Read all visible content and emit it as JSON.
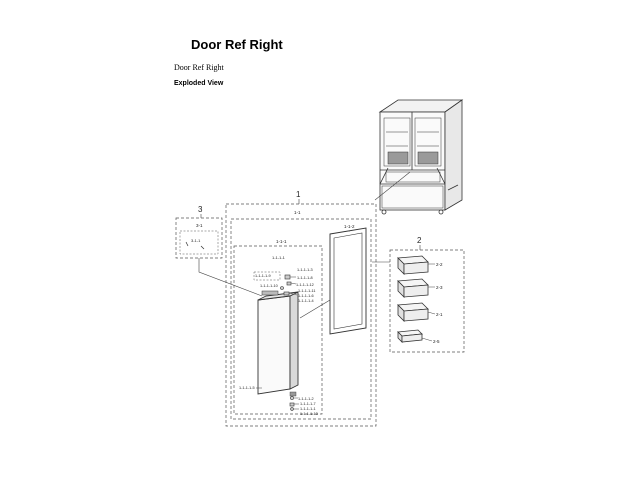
{
  "page": {
    "title": "Door Ref Right",
    "subtitle": "Door Ref Right",
    "view_label": "Exploded View"
  },
  "callouts": {
    "group_1": "1",
    "group_1_1": "1-1",
    "group_1_1_1": "1-1-1",
    "group_1_1_1_1": "1-1-1-1",
    "gasket_1_1_2": "1-1-2",
    "group_2": "2",
    "group_3": "3",
    "group_3_1": "3-1",
    "group_3_1_1": "3-1-1",
    "bin_2_2": "2-2",
    "bin_2_3": "2-3",
    "bin_2_1": "2-1",
    "bin_2_5": "2-5",
    "part_1_1_1_1_3": "1-1-1-1-3",
    "part_1_1_1_1_9": "1-1-1-1-9",
    "part_1_1_1_1_8": "1-1-1-1-8",
    "part_1_1_1_1_12": "1-1-1-1-12",
    "part_1_1_1_1_11": "1-1-1-1-11",
    "part_1_1_1_1_6": "1-1-1-1-6",
    "part_1_1_1_1_4": "1-1-1-1-4",
    "part_1_1_1_1_5": "1-1-1-1-5",
    "part_1_1_1_1_2": "1-1-1-1-2",
    "part_1_1_1_1_7": "1-1-1-1-7",
    "part_1_1_1_1_1": "1-1-1-1-1",
    "part_1_1_1_1_10": "1-1-1-1-10",
    "part_1_1_1_1_13": "1-1-1-1-13"
  }
}
